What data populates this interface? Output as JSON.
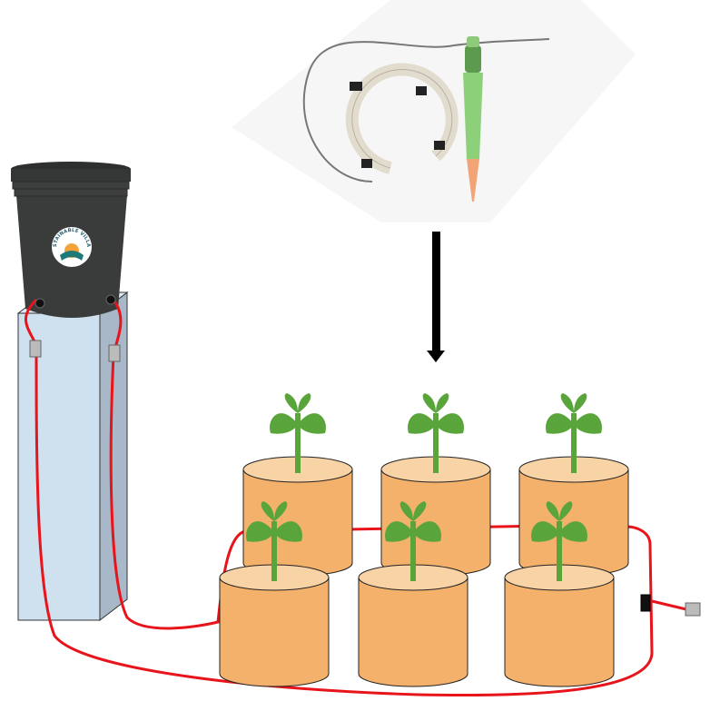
{
  "diagram": {
    "bucket_logo_text": "SUSTAINABLE VILLAGE",
    "colors": {
      "tube": "#e8141b",
      "pot": "#f4b16b",
      "pot_top": "#f8d3a6",
      "plant": "#5aa43c",
      "stand_front": "#cfe0ef",
      "stand_side": "#a8b8c9",
      "bucket": "#3a3c3b"
    },
    "pots": [
      {
        "row": "back",
        "count": 3
      },
      {
        "row": "front",
        "count": 3
      }
    ]
  }
}
